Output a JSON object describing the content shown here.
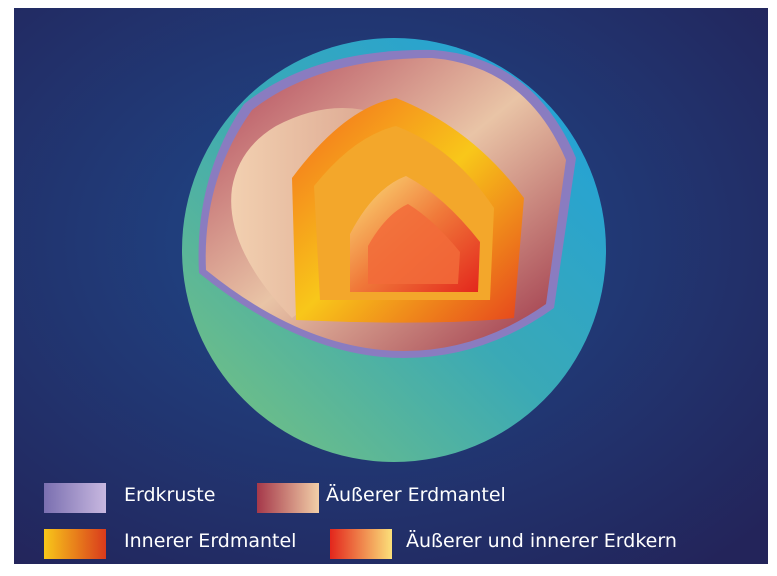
{
  "diagram": {
    "background_colors": [
      "#1f4a8c",
      "#23245a"
    ],
    "layers": [
      {
        "key": "crust",
        "color_from": "#7a6fb0",
        "color_to": "#c8b8e0"
      },
      {
        "key": "outer_mantle",
        "color_from": "#a5384a",
        "color_to": "#f2cfa8"
      },
      {
        "key": "inner_mantle",
        "color_from": "#f8c71a",
        "color_to": "#d93a1c"
      },
      {
        "key": "core",
        "color_from": "#e3261c",
        "color_to": "#fbe07a"
      }
    ],
    "globe_colors": {
      "left": "#7cc47a",
      "right": "#1ea0df"
    }
  },
  "legend": {
    "items": [
      {
        "label": "Erdkruste"
      },
      {
        "label": "Äußerer Erdmantel"
      },
      {
        "label": "Innerer Erdmantel"
      },
      {
        "label": "Äußerer und innerer Erdkern"
      }
    ]
  }
}
